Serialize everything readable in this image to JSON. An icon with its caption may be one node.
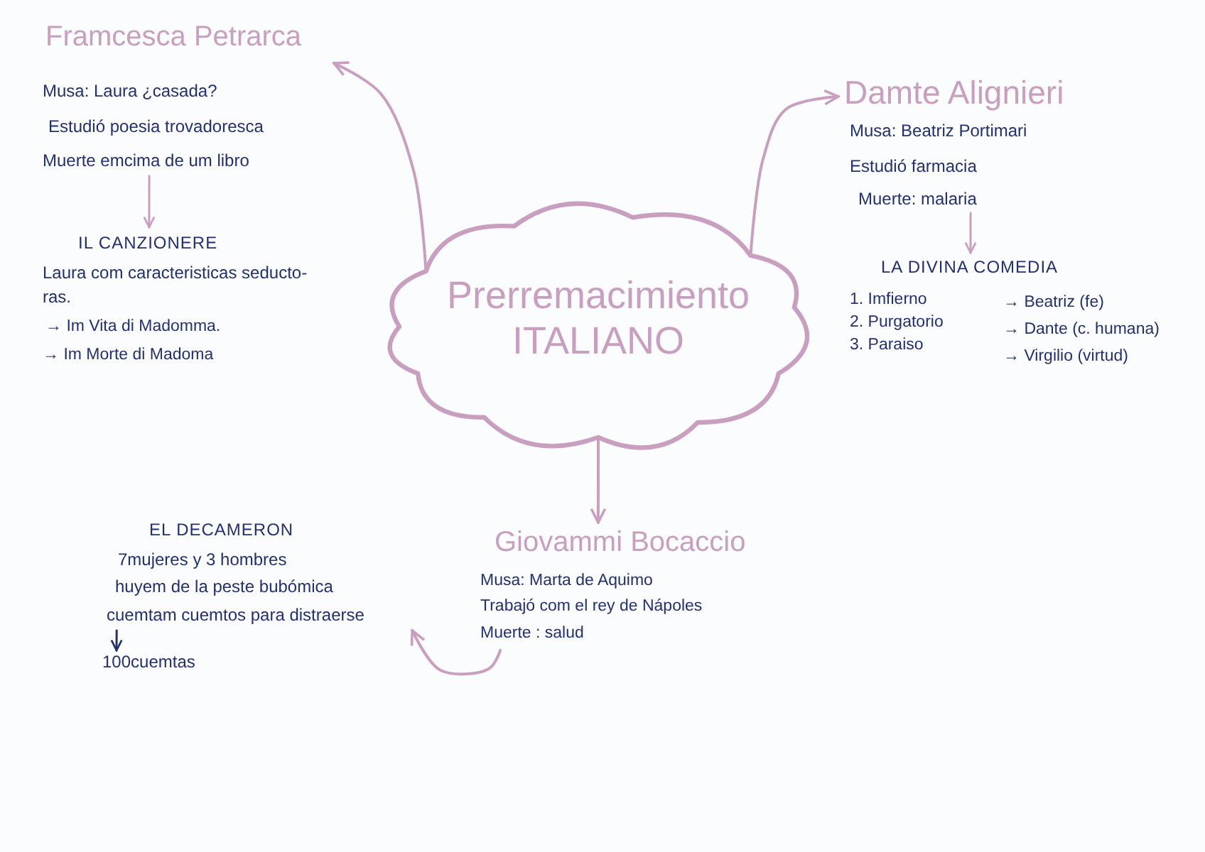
{
  "diagram": {
    "nodes": [
      {
        "text": [
          "Framcesca Petrarca",
          "Musa: Laura ¿casada?",
          "Estudió poesia trovadoresca",
          "Muerte emcima de um libro"
        ]
      },
      {
        "text": [
          "Damte Alignieri",
          "Musa: Beatriz Portimari",
          "Estudió farmacia",
          "Muerte: malaria"
        ]
      },
      {
        "text": [
          "Prerremacimiento ITALIANO"
        ]
      },
      {
        "text": [
          "IL CANZIONERE",
          "Laura com caracteristicas seducto- ras.",
          "→ Im Vita di Madomma.",
          "→ Im Morte di Madoma"
        ]
      },
      {
        "text": [
          "LA DIVINA COMEDIA",
          "1. Imfierno",
          "2. Purgatorio",
          "3. Paraiso",
          "→ Beatriz (fe)",
          "→ Dante (c. humana)",
          "→ Virgilio (virtud)"
        ]
      },
      {
        "text": [
          "EL DECAMERON",
          "7mujeres y 3 hombres",
          "huyem de la peste bubómica",
          "cuemtam cuemtos para distraerse"
        ]
      },
      {
        "text": [
          "Giovammi Bocaccio",
          "Musa: Marta de Aquimo",
          "Trabajó com el rey de Nápoles",
          "Muerte : salud"
        ]
      },
      {
        "text": [
          "100cuemtas"
        ]
      }
    ],
    "edges": [
      {
        "from": 2,
        "to": 0,
        "arrow": "to"
      },
      {
        "from": 2,
        "to": 1,
        "arrow": "to"
      },
      {
        "from": 2,
        "to": 6,
        "arrow": "to"
      },
      {
        "from": 0,
        "to": 3,
        "arrow": "to"
      },
      {
        "from": 1,
        "to": 4,
        "arrow": "to"
      },
      {
        "from": 6,
        "to": 5,
        "arrow": "to"
      },
      {
        "from": 5,
        "to": 7,
        "arrow": "to",
        "color": "#23306b"
      }
    ]
  }
}
